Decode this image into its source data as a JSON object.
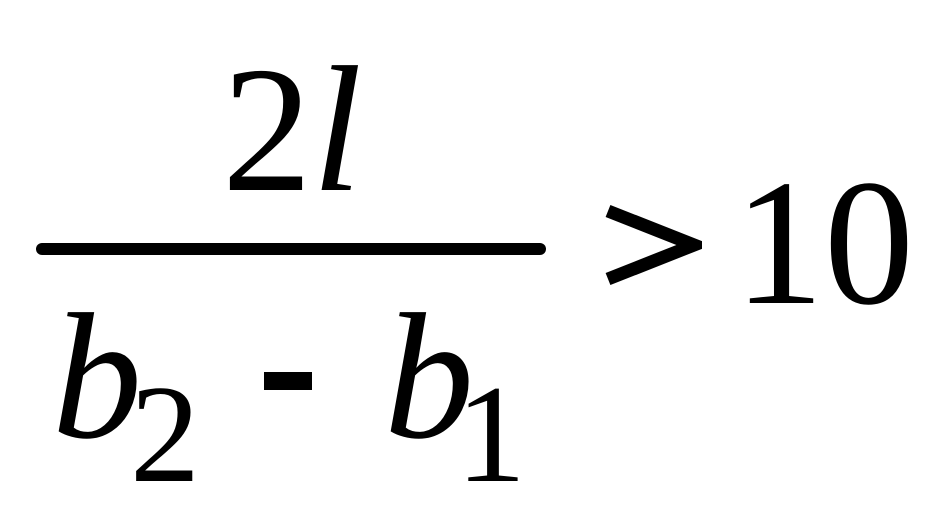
{
  "formula": {
    "numerator": {
      "coefficient": "2",
      "variable": "l"
    },
    "denominator": {
      "term1": {
        "base": "b",
        "subscript": "2"
      },
      "operator": "-",
      "term2": {
        "base": "b",
        "subscript": "1"
      }
    },
    "relation": ">",
    "rhs": "10"
  }
}
